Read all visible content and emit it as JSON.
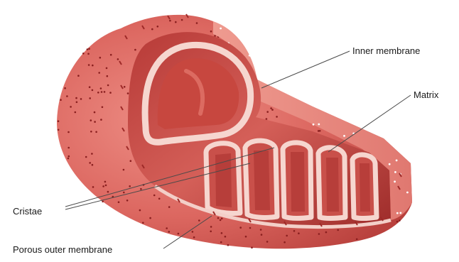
{
  "labels": {
    "inner_membrane": "Inner membrane",
    "matrix": "Matrix",
    "cristae": "Cristae",
    "outer_membrane": "Porous outer membrane"
  },
  "colors": {
    "outer_surface": "#d9605a",
    "outer_surface_dark": "#b94440",
    "membrane_edge": "#f3cfc8",
    "intermembrane_space": "#e98c82",
    "matrix_deep": "#a8302f",
    "matrix_mid": "#c84a46",
    "dots": "#8a1f1f"
  }
}
